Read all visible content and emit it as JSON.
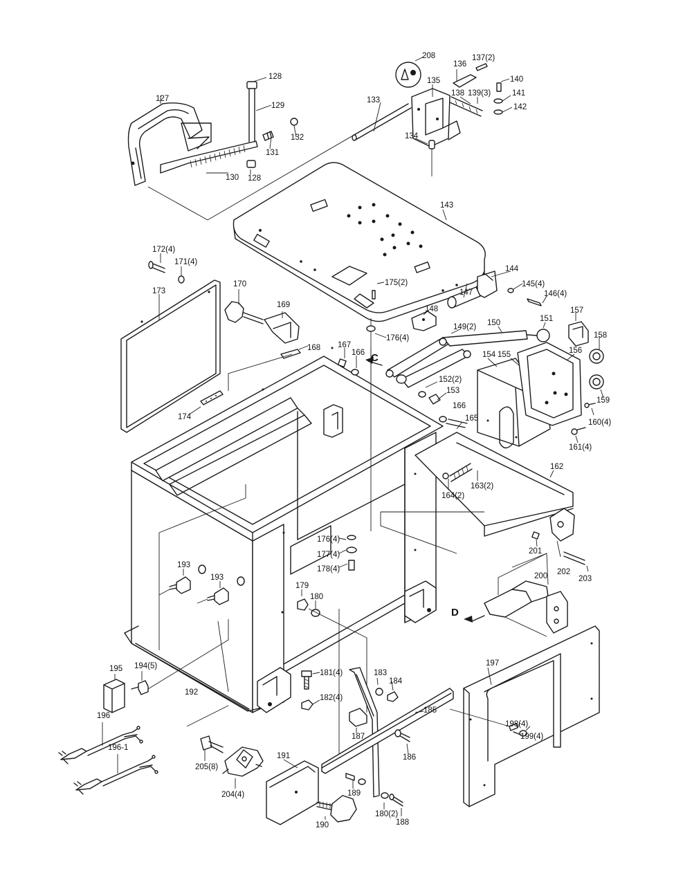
{
  "labels": {
    "p208": "208",
    "p137": "137(2)",
    "p136": "136",
    "p135": "135",
    "p138": "138",
    "p139": "139(3)",
    "p140": "140",
    "p141": "141",
    "p142": "142",
    "p128a": "128",
    "p127": "127",
    "p129": "129",
    "p133": "133",
    "p134": "134",
    "p131": "131",
    "p132": "132",
    "p130": "130",
    "p128b": "128",
    "p143": "143",
    "p172": "172(4)",
    "p171": "171(4)",
    "p170": "170",
    "p173": "173",
    "p169": "169",
    "p175": "175(2)",
    "p144": "144",
    "p145": "145(4)",
    "p146": "146(4)",
    "p147": "147",
    "p148": "148",
    "p157": "157",
    "p151": "151",
    "p150": "150",
    "p149": "149(2)",
    "p176a": "176(4)",
    "p168": "168",
    "p167": "167",
    "p166a": "166",
    "p154": "154",
    "p155": "155",
    "p156": "156",
    "p158": "158",
    "p152": "152(2)",
    "p153": "153",
    "p159": "159",
    "p166b": "166",
    "p165": "165",
    "p160": "160(4)",
    "p174": "174",
    "p161": "161(4)",
    "p162": "162",
    "p163": "163(2)",
    "p164": "164(2)",
    "p201": "201",
    "p202": "202",
    "p203": "203",
    "p176b": "176(4)",
    "p177": "177(4)",
    "p178": "178(4)",
    "p193a": "193",
    "p193b": "193",
    "p200": "200",
    "p179": "179",
    "p180a": "180",
    "p195": "195",
    "p194": "194(5)",
    "p197": "197",
    "p192": "192",
    "p181": "181(4)",
    "p183": "183",
    "p184": "184",
    "p182": "182(4)",
    "p187": "187",
    "p185": "185",
    "p198": "198(4)",
    "p199": "199(4)",
    "p196": "196",
    "p196_1": "196-1",
    "p205": "205(8)",
    "p186": "186",
    "p204": "204(4)",
    "p191": "191",
    "p189": "189",
    "p180b": "180(2)",
    "p190": "190",
    "p188": "188",
    "viewC": "C",
    "viewD": "D"
  }
}
